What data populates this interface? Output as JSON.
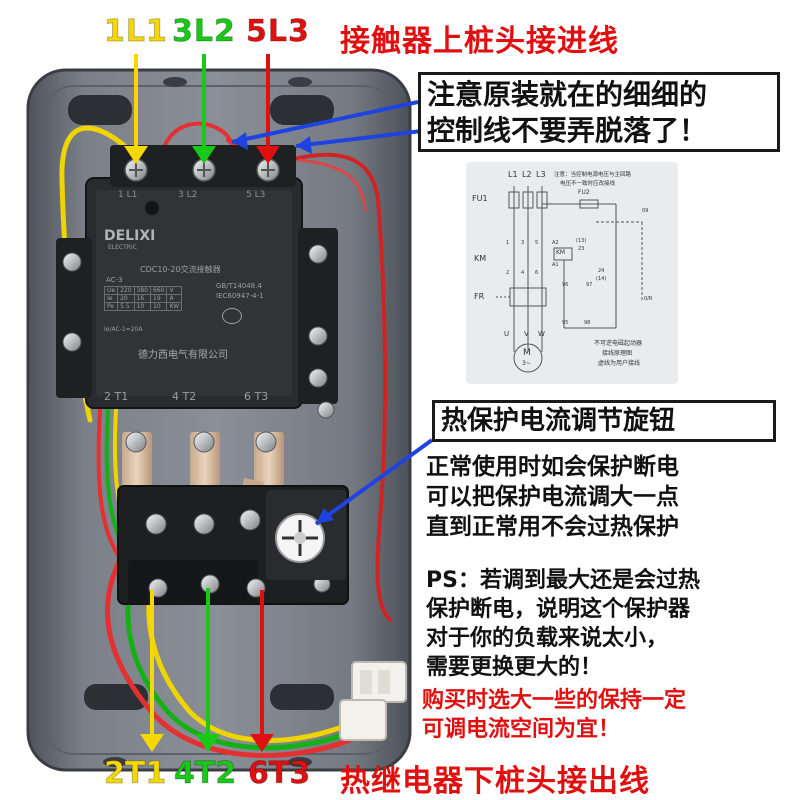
{
  "top": {
    "l1": "1L1",
    "l2": "3L2",
    "l3": "5L3",
    "caption": "接触器上桩头接进线"
  },
  "bottom": {
    "t1": "2T1",
    "t2": "4T2",
    "t3": "6T3",
    "caption": "热继电器下桩头接出线"
  },
  "note": {
    "line1": "注意原装就在的细细的",
    "line2": "控制线不要弄脱落了！"
  },
  "knob": {
    "title": "热保护电流调节旋钮"
  },
  "info": {
    "line1": "正常使用时如会保护断电",
    "line2": "可以把保护电流调大一点",
    "line3": "直到正常用不会过热保护"
  },
  "ps": {
    "line1": "PS：若调到最大还是会过热",
    "line2": "保护断电，说明这个保护器",
    "line3": "对于你的负载来说太小，",
    "line4": "需要更换更大的！"
  },
  "buy": {
    "line1": "购买时选大一些的保持一定",
    "line2": "可调电流空间为宜！"
  },
  "contactor": {
    "brand": "DELIXI",
    "brand_sub": "ELECTRIC",
    "model": "CDC10-20交流接触器",
    "ac": "AC-3",
    "standard": "GB/T14048.4",
    "standard2": "IEC60947-4-1",
    "ie": "Ie/AC-1=20A",
    "maker": "德力西电气有限公司",
    "terminal_top_1": "1 L1",
    "terminal_top_3": "3 L2",
    "terminal_top_5": "5 L3",
    "terminal_bot_2": "2 T1",
    "terminal_bot_4": "4 T2",
    "terminal_bot_6": "6 T3",
    "table_rows": [
      [
        "Ue",
        "220",
        "380",
        "660",
        "V"
      ],
      [
        "Ie",
        "20",
        "16",
        "19",
        "A"
      ],
      [
        "Pe",
        "5.5",
        "10",
        "10",
        "KW"
      ]
    ]
  },
  "diagram": {
    "l1": "L1",
    "l2": "L2",
    "l3": "L3",
    "note_line1": "注意：当控制电源电压与主回路",
    "note_line2": "电压不一致时应改接线",
    "fu1": "FU1",
    "fu2": "FU2",
    "km": "KM",
    "fr": "FR",
    "u": "U",
    "v": "V",
    "w": "W",
    "motor": "M",
    "motor_sub": "3~",
    "a1": "A1",
    "a2": "A2",
    "n13": "(13)",
    "n23": "23",
    "n14": "(14)",
    "n24": "24",
    "n96": "96",
    "n97": "97",
    "n95": "95",
    "n98": "98",
    "n09": "09",
    "n0r": "0/R",
    "n1": "1",
    "n2": "2",
    "n3": "3",
    "n4": "4",
    "n5": "5",
    "n6": "6",
    "caption1": "不可逆电磁起动器",
    "caption2": "接线原理图",
    "caption3": "虚线为用户接线"
  },
  "colors": {
    "yellow": "#f5d800",
    "green": "#18c918",
    "red": "#e01010",
    "box_body": "#6b7079",
    "contactor": "#2a2b2e"
  }
}
